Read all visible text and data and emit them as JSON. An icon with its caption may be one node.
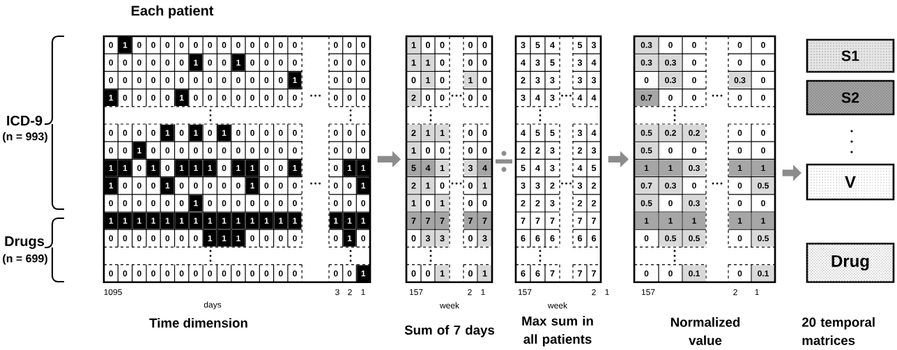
{
  "diagram": {
    "nodes": [
      {
        "text": [],
        "shape": "box",
        "beside": [
          "Each patient",
          "1095",
          "days",
          "3",
          "2",
          "1",
          "Time dimension"
        ]
      },
      {
        "text": [],
        "shape": "box",
        "beside": [
          "157",
          "2",
          "1",
          "week",
          "Sum of 7 days"
        ]
      },
      {
        "text": [],
        "shape": "box",
        "beside": [
          "157",
          "2",
          "1",
          "week",
          "Max sum in all patients"
        ]
      },
      {
        "text": [],
        "shape": "box",
        "beside": [
          "157",
          "2",
          "1",
          "Normalized value"
        ]
      },
      {
        "text": [
          "S1"
        ]
      },
      {
        "text": [
          "S2"
        ]
      },
      {
        "text": [
          "V"
        ]
      },
      {
        "text": [
          "Drug"
        ]
      }
    ],
    "edges": [
      {
        "from": 0,
        "to": 1,
        "arrow": "to"
      },
      {
        "from": 2,
        "to": 3,
        "arrow": "to"
      },
      {
        "from": 3,
        "to": 6,
        "arrow": "to"
      }
    ],
    "labels": [
      "ICD-9",
      "(n = 993)",
      "Drugs",
      "(n = 699)",
      "0",
      "1",
      "0",
      "0",
      "0",
      "0",
      "0",
      "0",
      "0",
      "0",
      "0",
      "0",
      "0",
      "0",
      "0",
      "0",
      "0",
      "0",
      "0",
      "0",
      "0",
      "0",
      "0",
      "1",
      "0",
      "0",
      "1",
      "0",
      "0",
      "0",
      "0",
      "0",
      "0",
      "0",
      "0",
      "0",
      "0",
      "0",
      "0",
      "0",
      "0",
      "0",
      "0",
      "0",
      "0",
      "0",
      "0",
      "1",
      "0",
      "0",
      "0",
      "1",
      "0",
      "0",
      "0",
      "0",
      "1",
      "0",
      "0",
      "0",
      "0",
      "0",
      "0",
      "0",
      "0",
      "0",
      "0",
      "0",
      "0",
      "0",
      "0",
      "0",
      "1",
      "0",
      "1",
      "0",
      "1",
      "0",
      "0",
      "0",
      "0",
      "0",
      "0",
      "0",
      "0",
      "0",
      "0",
      "1",
      "0",
      "0",
      "0",
      "0",
      "0",
      "0",
      "0",
      "0",
      "0",
      "0",
      "0",
      "0",
      "0",
      "0",
      "1",
      "1",
      "0",
      "1",
      "0",
      "1",
      "1",
      "1",
      "0",
      "1",
      "1",
      "0",
      "0",
      "1",
      "0",
      "1",
      "1",
      "1",
      "0",
      "0",
      "0",
      "1",
      "0",
      "0",
      "0",
      "0",
      "0",
      "1",
      "0",
      "0",
      "0",
      "0",
      "0",
      "1",
      "0",
      "0",
      "0",
      "0",
      "0",
      "0",
      "1",
      "0",
      "0",
      "0",
      "0",
      "0",
      "0",
      "0",
      "0",
      "0",
      "0",
      "1",
      "1",
      "1",
      "1",
      "1",
      "1",
      "1",
      "1",
      "1",
      "1",
      "1",
      "1",
      "1",
      "1",
      "1",
      "1",
      "1",
      "0",
      "0",
      "0",
      "0",
      "0",
      "0",
      "0",
      "1",
      "1",
      "1",
      "0",
      "0",
      "0",
      "0",
      "0",
      "1",
      "0",
      "0",
      "0",
      "0",
      "0",
      "0",
      "0",
      "0",
      "0",
      "0",
      "0",
      "0",
      "0",
      "0",
      "0",
      "0",
      "0",
      "1",
      "1",
      "0",
      "0",
      "0",
      "0",
      "1",
      "1",
      "0",
      "0",
      "0",
      "0",
      "1",
      "0",
      "1",
      "0",
      "2",
      "0",
      "0",
      "0",
      "0",
      "2",
      "1",
      "1",
      "0",
      "0",
      "1",
      "0",
      "0",
      "0",
      "0",
      "5",
      "4",
      "1",
      "3",
      "4",
      "2",
      "1",
      "0",
      "0",
      "1",
      "1",
      "0",
      "1",
      "0",
      "0",
      "7",
      "7",
      "7",
      "7",
      "7",
      "0",
      "3",
      "3",
      "0",
      "3",
      "0",
      "0",
      "1",
      "0",
      "1",
      "3",
      "5",
      "4",
      "5",
      "3",
      "4",
      "3",
      "5",
      "3",
      "4",
      "2",
      "3",
      "3",
      "3",
      "3",
      "3",
      "4",
      "3",
      "4",
      "4",
      "4",
      "5",
      "5",
      "3",
      "4",
      "2",
      "2",
      "3",
      "2",
      "3",
      "5",
      "4",
      "3",
      "4",
      "5",
      "3",
      "3",
      "2",
      "3",
      "2",
      "2",
      "2",
      "3",
      "2",
      "2",
      "7",
      "7",
      "7",
      "7",
      "7",
      "6",
      "6",
      "6",
      "6",
      "6",
      "6",
      "6",
      "7",
      "7",
      "7",
      "0.3",
      "0",
      "0",
      "0",
      "0",
      "0.3",
      "0.3",
      "0",
      "0",
      "0",
      "0",
      "0.3",
      "0",
      "0.3",
      "0",
      "0.7",
      "0",
      "0",
      "0",
      "0",
      "0.5",
      "0.2",
      "0.2",
      "0",
      "0",
      "0.5",
      "0",
      "0",
      "0",
      "0",
      "1",
      "1",
      "0.3",
      "1",
      "1",
      "0.7",
      "0.3",
      "0",
      "0",
      "0.5",
      "0.5",
      "0",
      "0.3",
      "0",
      "0",
      "1",
      "1",
      "1",
      "1",
      "1",
      "0",
      "0.5",
      "0.5",
      "0",
      "0.5",
      "0",
      "0",
      "0.1",
      "0",
      "0.1",
      "20 temporal matrices"
    ]
  }
}
